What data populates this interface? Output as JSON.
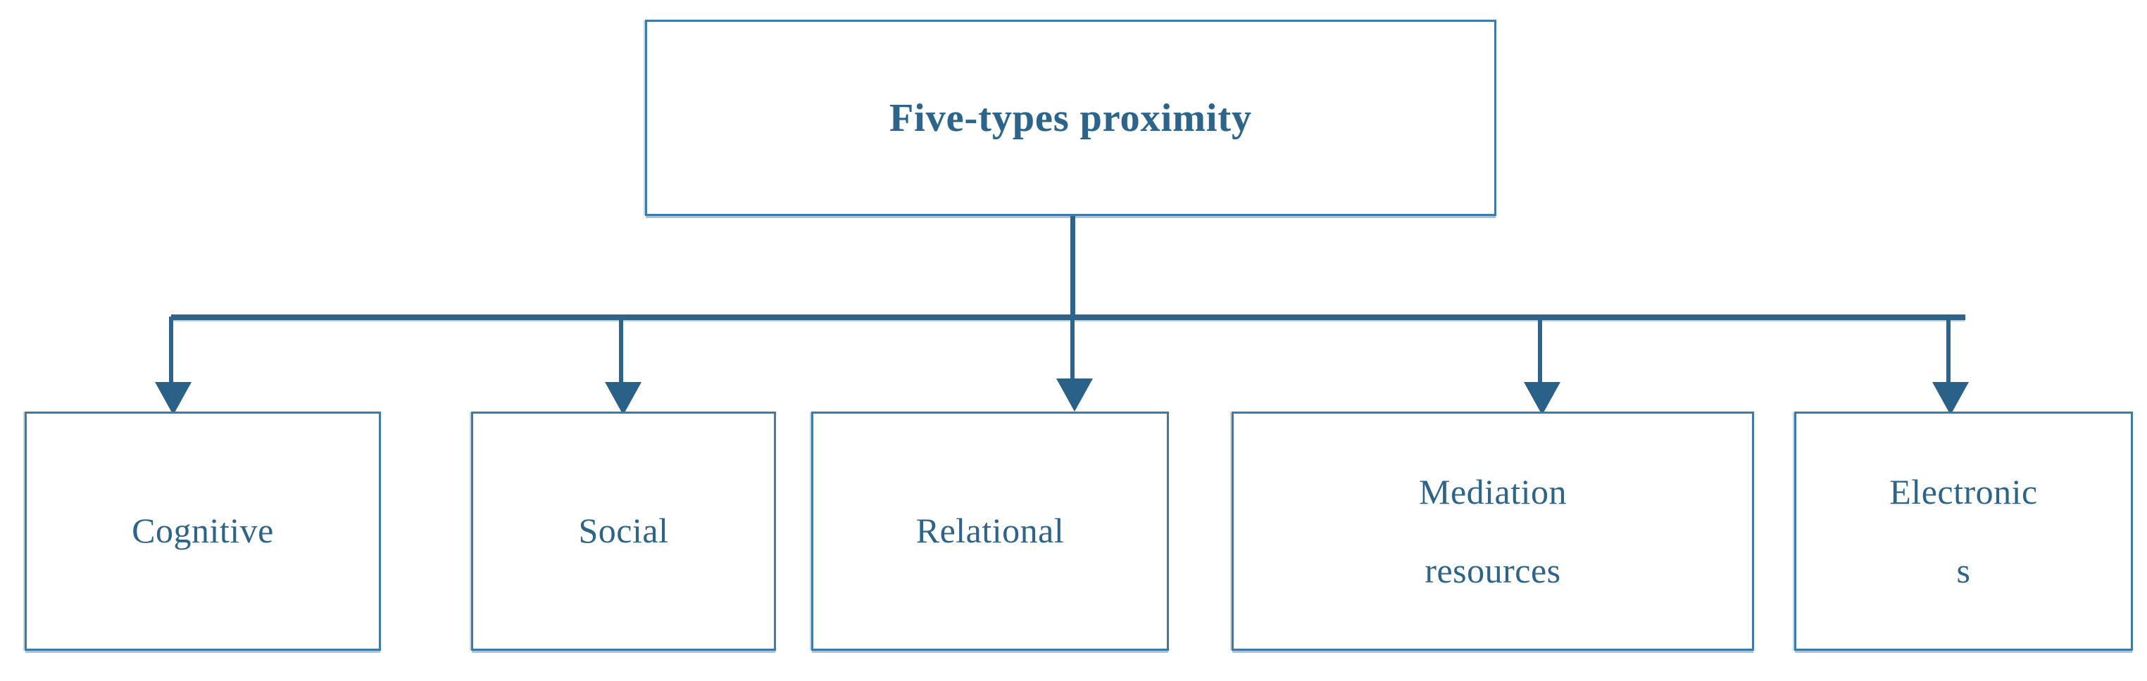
{
  "diagram": {
    "type": "hierarchy-tree",
    "title": "Five-types proximity",
    "orientation": "top-down",
    "colors": {
      "border": "#3d7aa8",
      "text": "#2d6489",
      "connector": "#2e6489",
      "background": "#ffffff"
    },
    "root": {
      "label": "Five-types proximity",
      "font_weight": "bold"
    },
    "children": [
      {
        "label": "Cognitive"
      },
      {
        "label": "Social"
      },
      {
        "label": "Relational"
      },
      {
        "label": "Mediation\nresources"
      },
      {
        "label": "Electronic\ns"
      }
    ]
  }
}
